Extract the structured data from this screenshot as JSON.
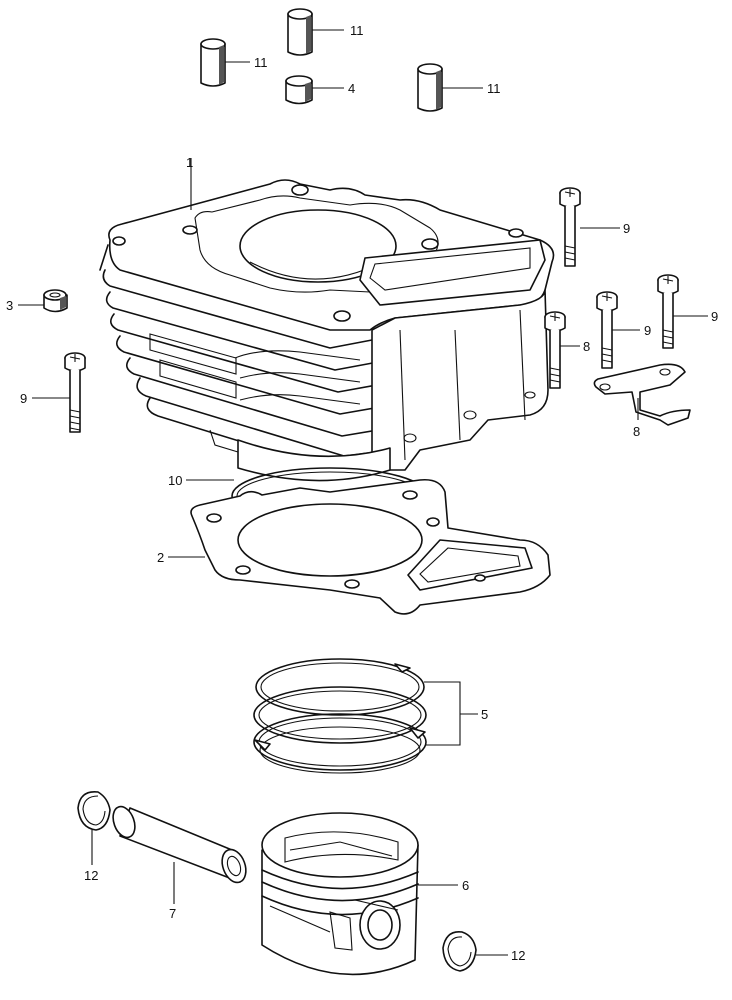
{
  "labels": {
    "p1": "1",
    "p2": "2",
    "p3": "3",
    "p4": "4",
    "p5": "5",
    "p6": "6",
    "p7": "7",
    "p8a": "8",
    "p8b": "8",
    "p9a": "9",
    "p9b": "9",
    "p9c": "9",
    "p9d": "9",
    "p10": "10",
    "p11a": "11",
    "p11b": "11",
    "p11c": "11",
    "p12a": "12",
    "p12b": "12"
  }
}
